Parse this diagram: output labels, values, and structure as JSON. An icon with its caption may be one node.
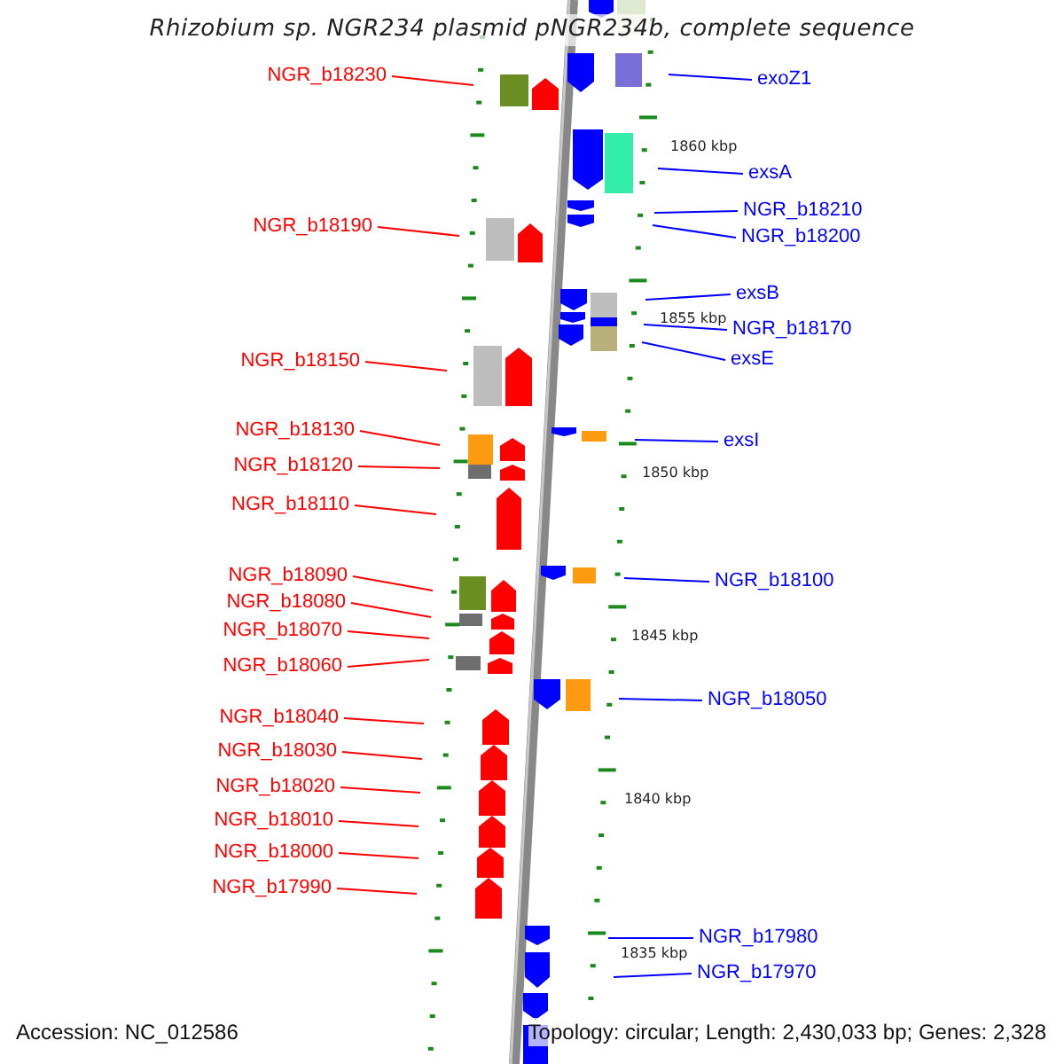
{
  "diagram": {
    "title": "Rhizobium sp. NGR234 plasmid pNGR234b, complete sequence",
    "nodes": [
      {
        "text": [
          "NGR_b18230"
        ]
      },
      {
        "text": [
          "NGR_b18190"
        ]
      },
      {
        "text": [
          "NGR_b18150"
        ]
      },
      {
        "text": [
          "NGR_b18130"
        ]
      },
      {
        "text": [
          "NGR_b18120"
        ]
      },
      {
        "text": [
          "NGR_b18110"
        ]
      },
      {
        "text": [
          "NGR_b18090"
        ]
      },
      {
        "text": [
          "NGR_b18080"
        ]
      },
      {
        "text": [
          "NGR_b18070"
        ]
      },
      {
        "text": [
          "NGR_b18060"
        ]
      },
      {
        "text": [
          "NGR_b18040"
        ]
      },
      {
        "text": [
          "NGR_b18030"
        ]
      },
      {
        "text": [
          "NGR_b18020"
        ]
      },
      {
        "text": [
          "NGR_b18010"
        ]
      },
      {
        "text": [
          "NGR_b18000"
        ]
      },
      {
        "text": [
          "NGR_b17990"
        ]
      },
      {
        "text": [
          "exoZ1"
        ]
      },
      {
        "text": [
          "exsA"
        ]
      },
      {
        "text": [
          "NGR_b18210"
        ]
      },
      {
        "text": [
          "NGR_b18200"
        ]
      },
      {
        "text": [
          "exsB"
        ]
      },
      {
        "text": [
          "NGR_b18170"
        ]
      },
      {
        "text": [
          "exsE"
        ]
      },
      {
        "text": [
          "exsI"
        ]
      },
      {
        "text": [
          "NGR_b18100"
        ]
      },
      {
        "text": [
          "NGR_b18050"
        ]
      },
      {
        "text": [
          "NGR_b17980"
        ]
      },
      {
        "text": [
          "NGR_b17970"
        ]
      }
    ],
    "edges": [
      {
        "from": 0,
        "to": null,
        "arrow": "none"
      },
      {
        "from": 1,
        "to": null,
        "arrow": "none"
      },
      {
        "from": 2,
        "to": null,
        "arrow": "none"
      },
      {
        "from": 3,
        "to": null,
        "arrow": "none"
      },
      {
        "from": 4,
        "to": null,
        "arrow": "none"
      },
      {
        "from": 5,
        "to": null,
        "arrow": "none"
      },
      {
        "from": 6,
        "to": null,
        "arrow": "none"
      },
      {
        "from": 7,
        "to": null,
        "arrow": "none"
      },
      {
        "from": 8,
        "to": null,
        "arrow": "none"
      },
      {
        "from": 9,
        "to": null,
        "arrow": "none"
      },
      {
        "from": 10,
        "to": null,
        "arrow": "none"
      },
      {
        "from": 11,
        "to": null,
        "arrow": "none"
      },
      {
        "from": 12,
        "to": null,
        "arrow": "none"
      },
      {
        "from": 13,
        "to": null,
        "arrow": "none"
      },
      {
        "from": 14,
        "to": null,
        "arrow": "none"
      },
      {
        "from": 15,
        "to": null,
        "arrow": "none"
      },
      {
        "from": 16,
        "to": null,
        "arrow": "none",
        "color": "#0000ff"
      },
      {
        "from": 17,
        "to": null,
        "arrow": "none",
        "color": "#0000ff"
      },
      {
        "from": 18,
        "to": null,
        "arrow": "none",
        "color": "#0000ff"
      },
      {
        "from": 19,
        "to": null,
        "arrow": "none",
        "color": "#0000ff"
      },
      {
        "from": 20,
        "to": null,
        "arrow": "none",
        "color": "#0000ff"
      },
      {
        "from": 21,
        "to": null,
        "arrow": "none",
        "color": "#0000ff"
      },
      {
        "from": 22,
        "to": null,
        "arrow": "none",
        "color": "#0000ff"
      },
      {
        "from": 23,
        "to": null,
        "arrow": "none",
        "color": "#0000ff"
      },
      {
        "from": 24,
        "to": null,
        "arrow": "none",
        "color": "#0000ff"
      },
      {
        "from": 25,
        "to": null,
        "arrow": "none",
        "color": "#0000ff"
      },
      {
        "from": 26,
        "to": null,
        "arrow": "none",
        "color": "#0000ff"
      },
      {
        "from": 27,
        "to": null,
        "arrow": "none",
        "color": "#0000ff"
      }
    ],
    "labels": [
      "1860 kbp",
      "1855 kbp",
      "1850 kbp",
      "1845 kbp",
      "1840 kbp",
      "1835 kbp",
      "Accession: NC_012586",
      "Topology: circular; Length: 2,430,033 bp; Genes: 2,328"
    ]
  }
}
